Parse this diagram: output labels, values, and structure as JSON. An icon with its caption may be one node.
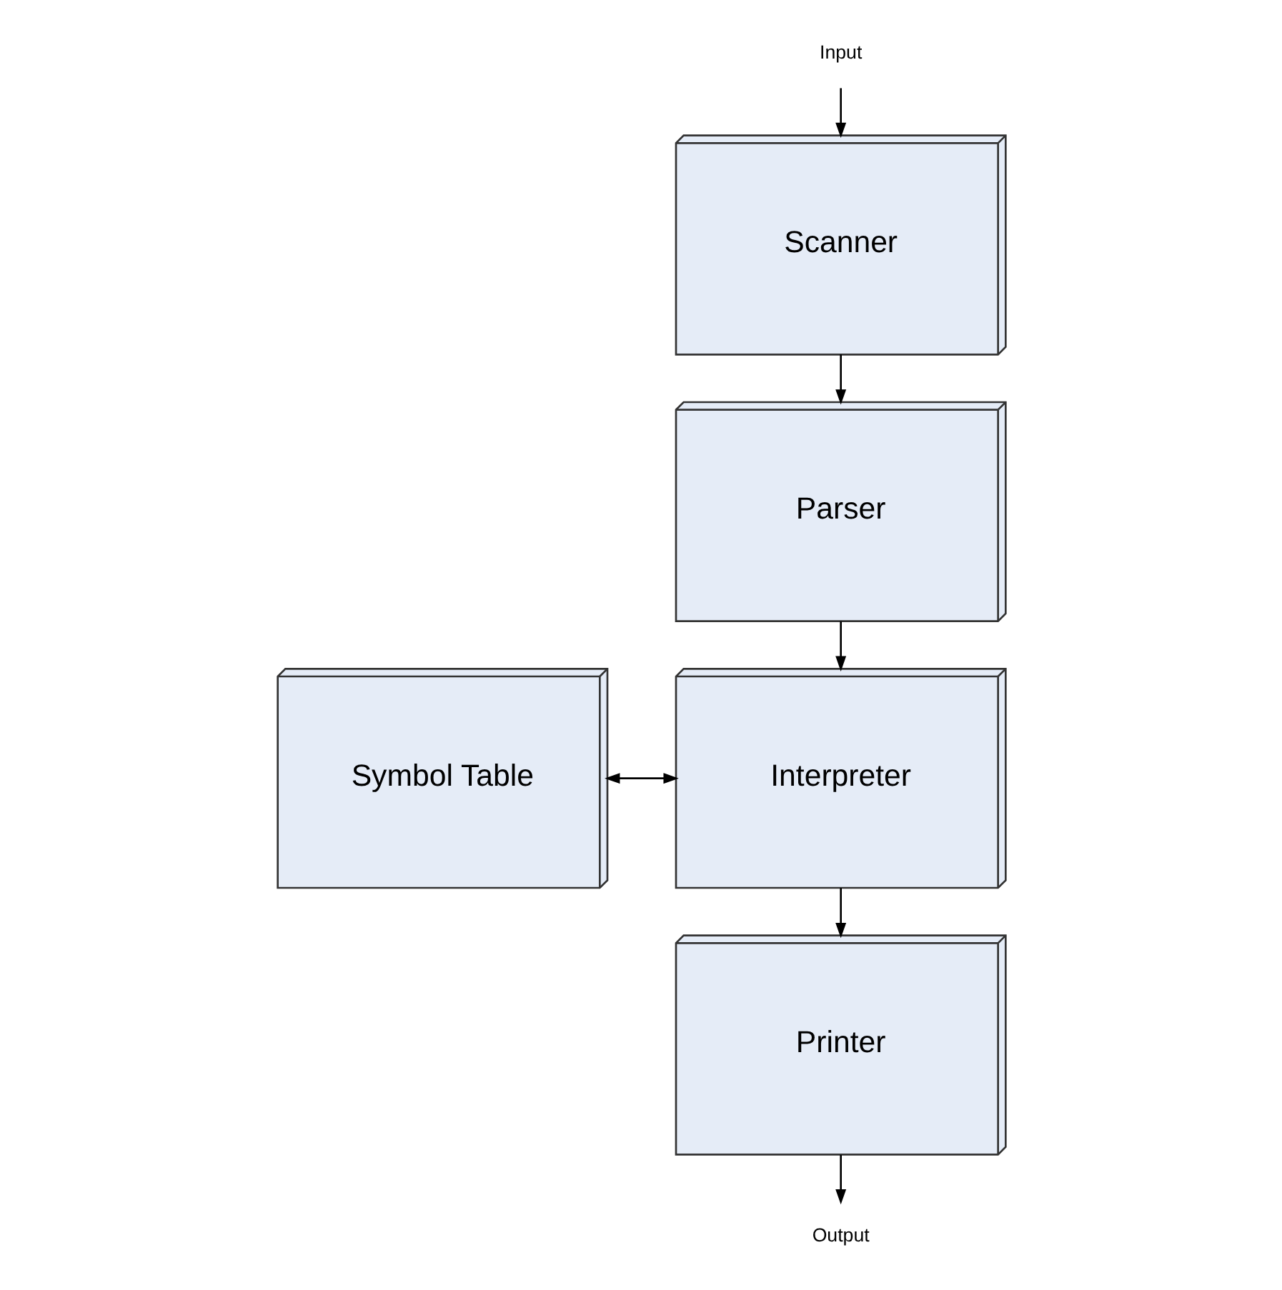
{
  "diagram": {
    "nodes": [
      {
        "text": [
          "Input"
        ]
      },
      {
        "text": [
          "Scanner"
        ]
      },
      {
        "text": [
          "Parser"
        ]
      },
      {
        "text": [
          "Symbol Table"
        ]
      },
      {
        "text": [
          "Interpreter"
        ]
      },
      {
        "text": [
          "Printer"
        ]
      },
      {
        "text": [
          "Output"
        ]
      }
    ],
    "edges": [
      {
        "from": 0,
        "to": 1,
        "arrow": "to"
      },
      {
        "from": 1,
        "to": 2,
        "arrow": "to"
      },
      {
        "from": 2,
        "to": 4,
        "arrow": "to"
      },
      {
        "from": 3,
        "to": 4,
        "arrow": "both"
      },
      {
        "from": 4,
        "to": 5,
        "arrow": "to"
      },
      {
        "from": 5,
        "to": 6,
        "arrow": "to"
      }
    ]
  }
}
